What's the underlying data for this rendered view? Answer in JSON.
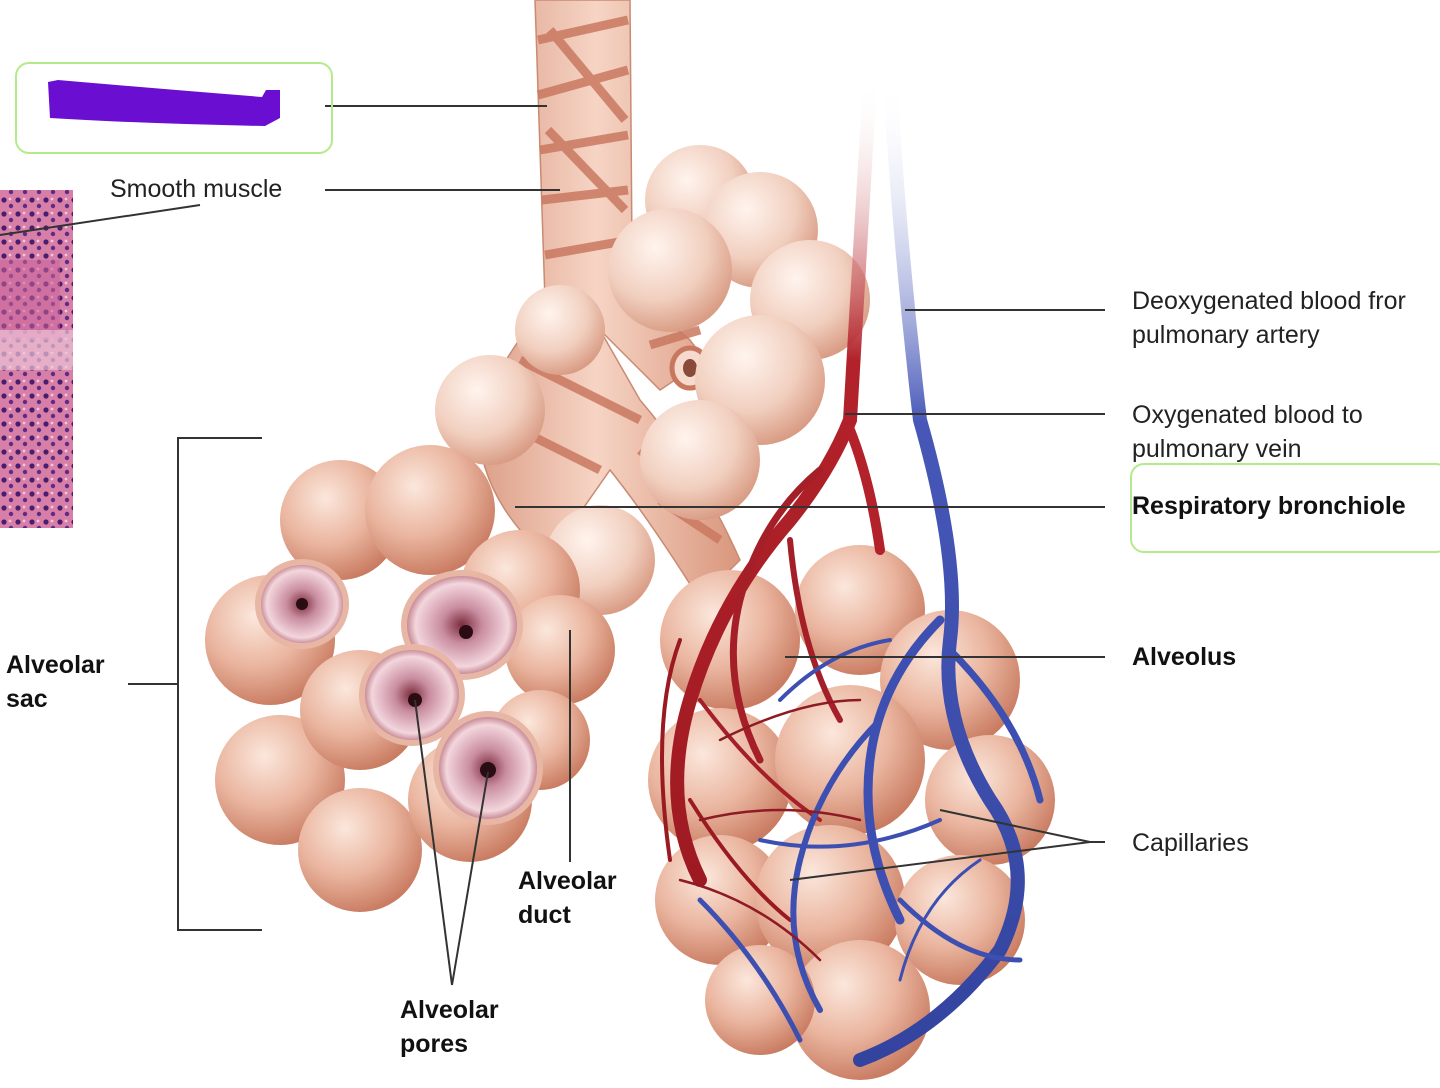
{
  "labels": {
    "smooth_muscle": "Smooth muscle",
    "deoxygenated": "Deoxygenated blood fror\npulmonary artery",
    "oxygenated": "Oxygenated blood to\npulmonary vein",
    "respiratory_bronchiole": "Respiratory bronchiole",
    "alveolus": "Alveolus",
    "capillaries": "Capillaries",
    "alveolar_sac": "Alveolar\nsac",
    "alveolar_duct": "Alveolar\nduct",
    "alveolar_pores": "Alveolar\npores"
  },
  "colors": {
    "highlight_box_border": "#b5ea8c",
    "redaction_mark": "#6a0fd1",
    "alveolus_fill": "#e8a98f",
    "artery_red": "#b3222a",
    "vein_blue": "#3d4fb0",
    "bronchiole_fill": "#eab29c",
    "leader_line": "#333333"
  }
}
